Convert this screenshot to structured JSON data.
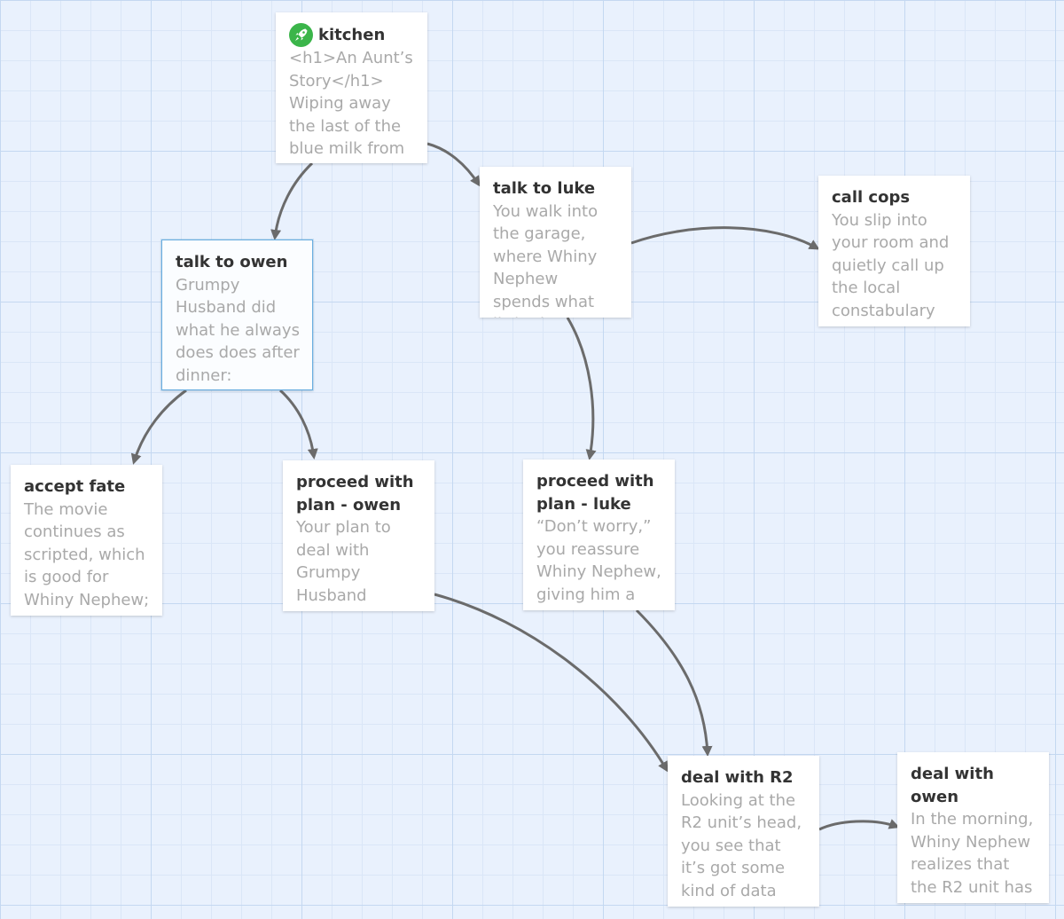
{
  "story": {
    "passages": [
      {
        "id": "kitchen",
        "title": "kitchen",
        "excerpt": "<h1>An Aunt’s Story</h1> Wiping away the last of the blue milk from",
        "start": true,
        "selected": false,
        "start_icon": "rocket-icon"
      },
      {
        "id": "talk-to-luke",
        "title": "talk to luke",
        "excerpt": "You walk into the garage, where Whiny Nephew spends what little time",
        "start": false,
        "selected": false
      },
      {
        "id": "call-cops",
        "title": "call cops",
        "excerpt": "You slip into your room and quietly call up the local constabulary",
        "start": false,
        "selected": false
      },
      {
        "id": "talk-to-owen",
        "title": "talk to owen",
        "excerpt": "Grumpy Husband did what he always does does after dinner:",
        "start": false,
        "selected": true
      },
      {
        "id": "accept-fate",
        "title": "accept fate",
        "excerpt": "The movie continues as scripted, which is good for Whiny Nephew;",
        "start": false,
        "selected": false
      },
      {
        "id": "proceed-owen",
        "title": "proceed with plan - owen",
        "excerpt": "Your plan to deal with Grumpy Husband",
        "start": false,
        "selected": false
      },
      {
        "id": "proceed-luke",
        "title": "proceed with plan - luke",
        "excerpt": "“Don’t worry,” you reassure Whiny Nephew, giving him a",
        "start": false,
        "selected": false
      },
      {
        "id": "deal-r2",
        "title": "deal with R2",
        "excerpt": "Looking at the R2 unit’s head, you see that it’s got some kind of data tape",
        "start": false,
        "selected": false
      },
      {
        "id": "deal-owen",
        "title": "deal with owen",
        "excerpt": "In the morning, Whiny Nephew realizes that the R2 unit has",
        "start": false,
        "selected": false
      }
    ],
    "links": [
      {
        "from": "kitchen",
        "to": "talk-to-owen"
      },
      {
        "from": "kitchen",
        "to": "talk-to-luke"
      },
      {
        "from": "talk-to-luke",
        "to": "call-cops"
      },
      {
        "from": "talk-to-luke",
        "to": "proceed-luke"
      },
      {
        "from": "talk-to-owen",
        "to": "accept-fate"
      },
      {
        "from": "talk-to-owen",
        "to": "proceed-owen"
      },
      {
        "from": "proceed-owen",
        "to": "deal-r2"
      },
      {
        "from": "proceed-luke",
        "to": "deal-r2"
      },
      {
        "from": "deal-r2",
        "to": "deal-owen"
      }
    ],
    "colors": {
      "background": "#e9f1fd",
      "grid_major": "#c4d8f1",
      "grid_minor": "#dae6f7",
      "card": "#ffffff",
      "title_text": "#333333",
      "excerpt_text": "#a9a9a9",
      "selected_border": "#6aaee0",
      "arrow": "#6b6b6b",
      "start_badge": "#3bb54a"
    }
  }
}
